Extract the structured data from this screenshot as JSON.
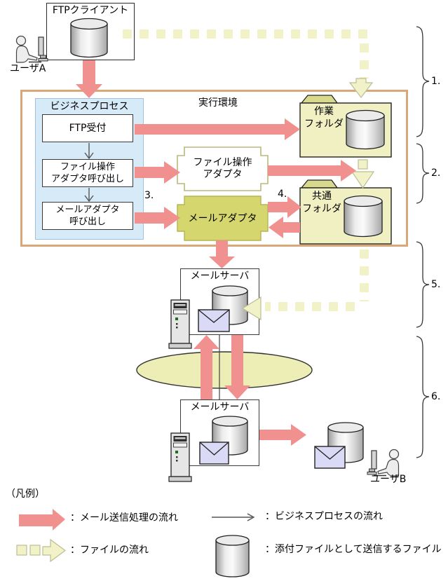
{
  "flow": {
    "ftp_client": "FTPクライアント",
    "user_a": "ユーザA",
    "user_b": "ユーザB",
    "exec_env": "実行環境",
    "business_process": {
      "title": "ビジネスプロセス",
      "step1": "FTP受付",
      "step2_line1": "ファイル操作",
      "step2_line2": "アダプタ呼び出し",
      "step3_line1": "メールアダプタ",
      "step3_line2": "呼び出し"
    },
    "file_adapter_line1": "ファイル操作",
    "file_adapter_line2": "アダプタ",
    "mail_adapter": "メールアダプタ",
    "work_folder_line1": "作業",
    "work_folder_line2": "フォルダ",
    "common_folder_line1": "共通",
    "common_folder_line2": "フォルダ",
    "mail_server1": "メールサーバ",
    "mail_server2": "メールサーバ",
    "step_numbers": {
      "s1": "1.",
      "s2": "2.",
      "s3": "3.",
      "s4": "4.",
      "s5": "5.",
      "s6": "6."
    }
  },
  "legend": {
    "title": "（凡例）",
    "mail_flow": "：メール送信処理の流れ",
    "bp_flow": "：ビジネスプロセスの流れ",
    "file_flow": "：ファイルの流れ",
    "attachment": "：添付ファイルとして送信するファイル"
  },
  "colors": {
    "mail_flow_arrow": "#f1918f",
    "file_flow_fill": "#f2f2c8",
    "file_flow_stroke": "#bdbd95",
    "folder_fill": "#f0f0c3",
    "folder_tab": "#d9d98e",
    "mail_adapter_fill": "#d6d66e",
    "business_process_panel": "#d7eaf8",
    "exec_env_border": "#d9a876",
    "network_ellipse": "#ededb6",
    "envelope_fill": "#dadaf6"
  },
  "icons": {
    "cylinder": "attached-file-cylinder-icon",
    "envelope": "mail-envelope-icon",
    "tower": "server-tower-icon",
    "person": "user-at-computer-icon",
    "folder": "folder-icon",
    "ellipse": "network-ellipse"
  }
}
